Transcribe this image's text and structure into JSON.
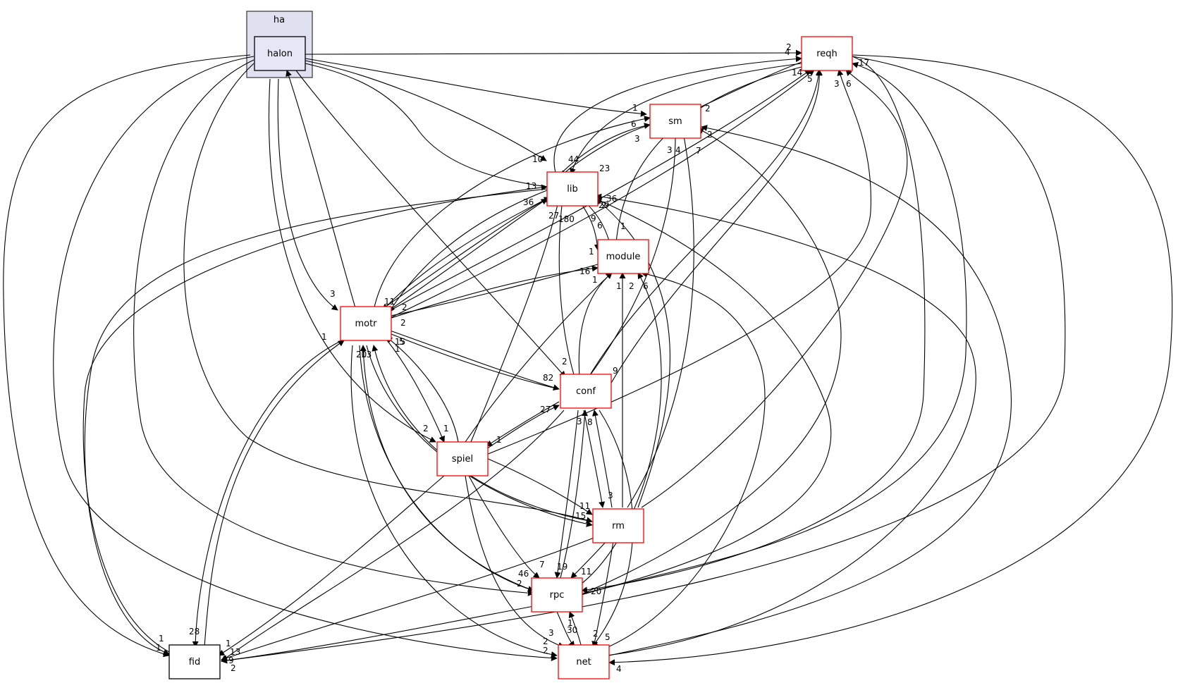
{
  "graph": {
    "cluster": {
      "label": "ha",
      "fill": "#e0e0f0",
      "stroke": "#333333"
    },
    "nodes": {
      "halon": "halon",
      "reqh": "reqh",
      "sm": "sm",
      "lib": "lib",
      "module": "module",
      "motr": "motr",
      "conf": "conf",
      "spiel": "spiel",
      "rm": "rm",
      "rpc": "rpc",
      "fid": "fid",
      "net": "net"
    },
    "edge_labels": [
      "2",
      "4",
      "14",
      "5",
      "3",
      "6",
      "17",
      "1",
      "6",
      "2",
      "3",
      "23",
      "3",
      "4",
      "2",
      "7",
      "10",
      "44",
      "13",
      "36",
      "27",
      "180",
      "2",
      "6",
      "9",
      "1",
      "29",
      "36",
      "1",
      "16",
      "1",
      "1",
      "2",
      "6",
      "3",
      "11",
      "2",
      "2",
      "1",
      "15",
      "5",
      "1",
      "20",
      "13",
      "2",
      "82",
      "9",
      "27",
      "1",
      "2",
      "1",
      "3",
      "8",
      "11",
      "3",
      "15",
      "7",
      "46",
      "2",
      "19",
      "11",
      "20",
      "1",
      "28",
      "1",
      "1",
      "13",
      "9",
      "2",
      "3",
      "2",
      "2",
      "30",
      "1",
      "2",
      "5",
      "4"
    ],
    "colors": {
      "highlight_stroke": "#000000",
      "dir_stroke": "#ff0000",
      "plain_stroke": "#000000",
      "edge": "#000000"
    }
  }
}
